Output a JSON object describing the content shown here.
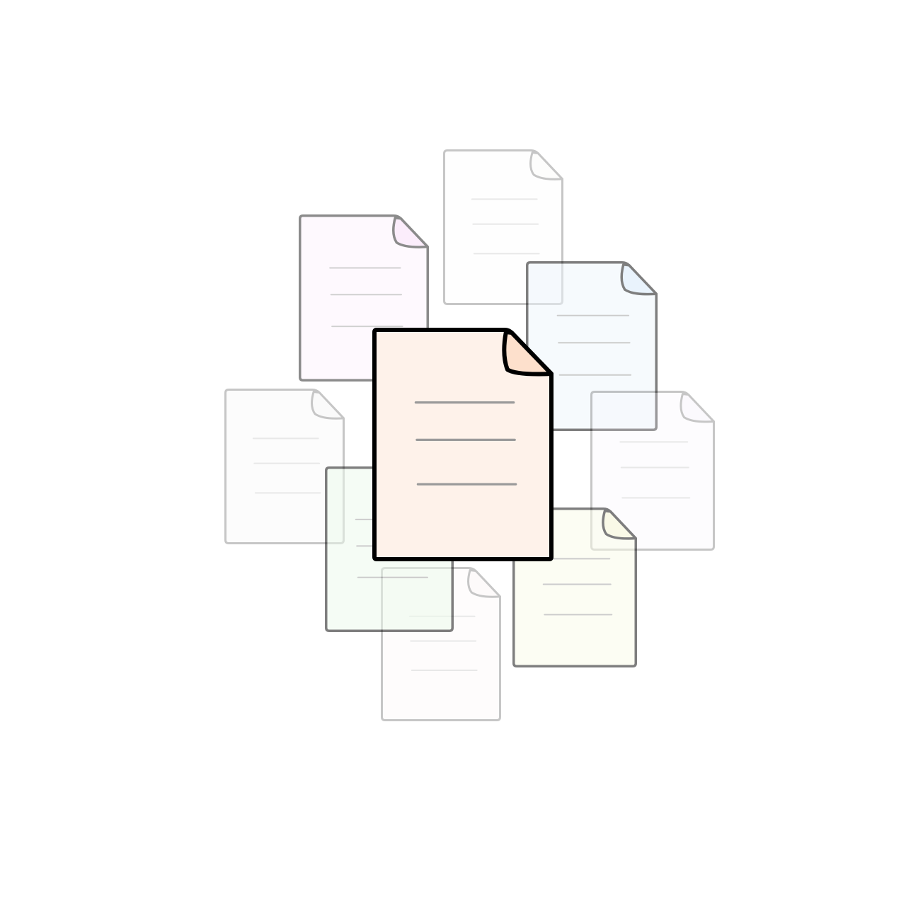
{
  "illustration": {
    "subject": "document-icon-cluster",
    "stroke_color": "#000000",
    "line_color": "#9a9a9a",
    "documents": [
      {
        "name": "document-icon-gray-top",
        "fill": "#fdfdfb",
        "fold_fill": "#f7f7f2",
        "opacity": 0.22
      },
      {
        "name": "document-icon-pink",
        "fill": "#fdf2fd",
        "fold_fill": "#f7d9f7",
        "opacity": 0.45
      },
      {
        "name": "document-icon-blue",
        "fill": "#eef6fd",
        "fold_fill": "#d5e9fb",
        "opacity": 0.5
      },
      {
        "name": "document-icon-gray-left",
        "fill": "#f4f4f4",
        "fold_fill": "#ececec",
        "opacity": 0.22
      },
      {
        "name": "document-icon-lavender",
        "fill": "#f8f6fd",
        "fold_fill": "#f1e6f8",
        "opacity": 0.22
      },
      {
        "name": "document-icon-rose",
        "fill": "#fcf6f6",
        "fold_fill": "#f7ecec",
        "opacity": 0.22
      },
      {
        "name": "document-icon-green",
        "fill": "#ecfbec",
        "fold_fill": "#dff4df",
        "opacity": 0.5
      },
      {
        "name": "document-icon-yellow",
        "fill": "#fbfde9",
        "fold_fill": "#f6f8d2",
        "opacity": 0.5
      },
      {
        "name": "document-icon-peach",
        "fill": "#fef2ea",
        "fold_fill": "#fde0cc",
        "opacity": 1.0
      }
    ]
  }
}
